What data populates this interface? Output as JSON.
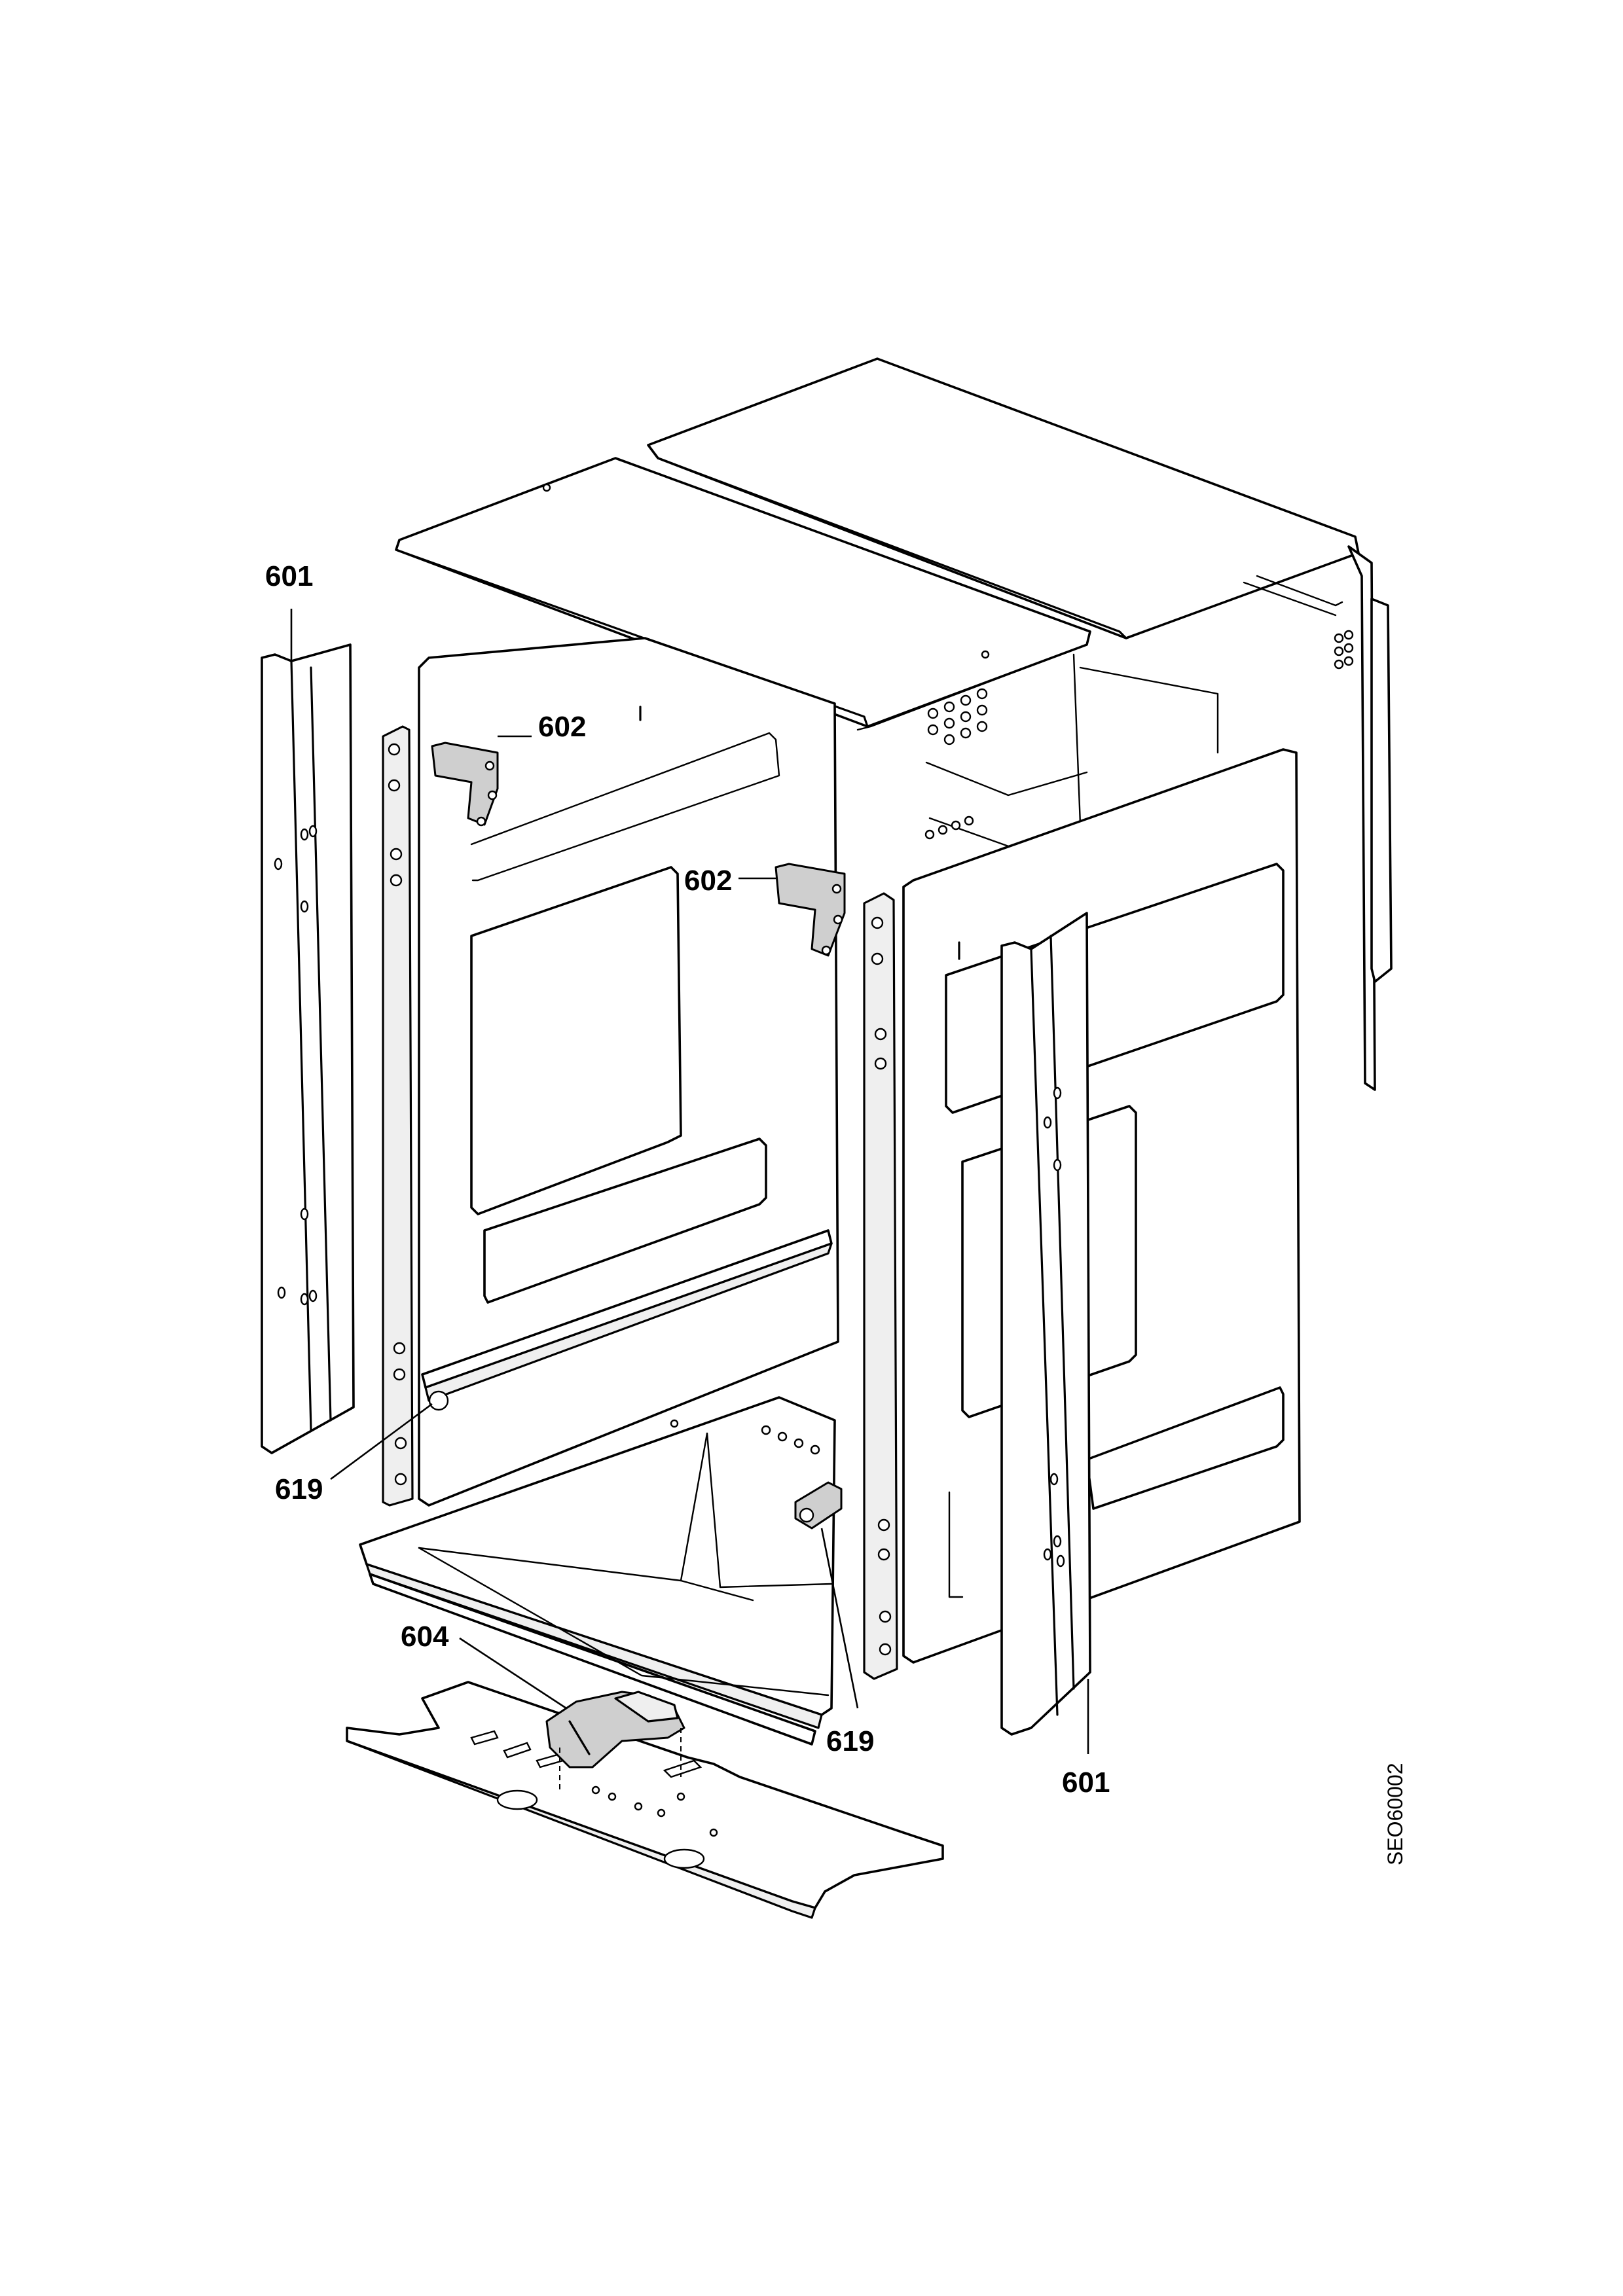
{
  "callouts": {
    "c601_left": "601",
    "c602_top": "602",
    "c602_mid": "602",
    "c619_left": "619",
    "c604": "604",
    "c619_bottom": "619",
    "c601_right": "601"
  },
  "drawing_code": "SEO60002"
}
